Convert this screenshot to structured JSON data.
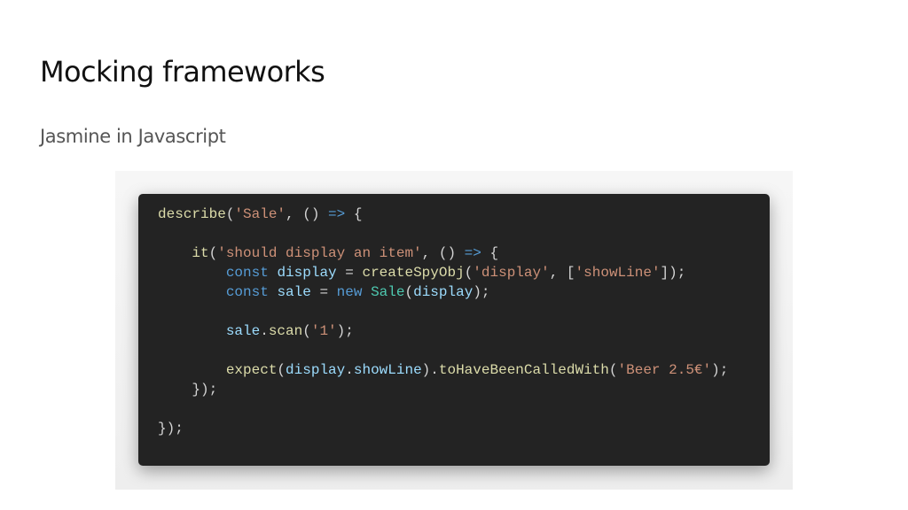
{
  "slide": {
    "title": "Mocking frameworks",
    "subtitle": "Jasmine in Javascript"
  },
  "code": {
    "language": "javascript",
    "lines": [
      [
        {
          "t": "describe",
          "c": "fn"
        },
        {
          "t": "(",
          "c": "pun"
        },
        {
          "t": "'Sale'",
          "c": "str"
        },
        {
          "t": ", () ",
          "c": "pun"
        },
        {
          "t": "=>",
          "c": "kw"
        },
        {
          "t": " {",
          "c": "pun"
        }
      ],
      [],
      [
        {
          "t": "    ",
          "c": "pun"
        },
        {
          "t": "it",
          "c": "fn"
        },
        {
          "t": "(",
          "c": "pun"
        },
        {
          "t": "'should display an item'",
          "c": "str"
        },
        {
          "t": ", () ",
          "c": "pun"
        },
        {
          "t": "=>",
          "c": "kw"
        },
        {
          "t": " {",
          "c": "pun"
        }
      ],
      [
        {
          "t": "        ",
          "c": "pun"
        },
        {
          "t": "const",
          "c": "kw"
        },
        {
          "t": " ",
          "c": "pun"
        },
        {
          "t": "display",
          "c": "var"
        },
        {
          "t": " = ",
          "c": "pun"
        },
        {
          "t": "createSpyObj",
          "c": "fn"
        },
        {
          "t": "(",
          "c": "pun"
        },
        {
          "t": "'display'",
          "c": "str"
        },
        {
          "t": ", [",
          "c": "pun"
        },
        {
          "t": "'showLine'",
          "c": "str"
        },
        {
          "t": "]);",
          "c": "pun"
        }
      ],
      [
        {
          "t": "        ",
          "c": "pun"
        },
        {
          "t": "const",
          "c": "kw"
        },
        {
          "t": " ",
          "c": "pun"
        },
        {
          "t": "sale",
          "c": "var"
        },
        {
          "t": " = ",
          "c": "pun"
        },
        {
          "t": "new",
          "c": "kw"
        },
        {
          "t": " ",
          "c": "pun"
        },
        {
          "t": "Sale",
          "c": "cls"
        },
        {
          "t": "(",
          "c": "pun"
        },
        {
          "t": "display",
          "c": "var"
        },
        {
          "t": ");",
          "c": "pun"
        }
      ],
      [],
      [
        {
          "t": "        ",
          "c": "pun"
        },
        {
          "t": "sale",
          "c": "var"
        },
        {
          "t": ".",
          "c": "pun"
        },
        {
          "t": "scan",
          "c": "fn"
        },
        {
          "t": "(",
          "c": "pun"
        },
        {
          "t": "'1'",
          "c": "str"
        },
        {
          "t": ");",
          "c": "pun"
        }
      ],
      [],
      [
        {
          "t": "        ",
          "c": "pun"
        },
        {
          "t": "expect",
          "c": "fn"
        },
        {
          "t": "(",
          "c": "pun"
        },
        {
          "t": "display",
          "c": "var"
        },
        {
          "t": ".",
          "c": "pun"
        },
        {
          "t": "showLine",
          "c": "var"
        },
        {
          "t": ").",
          "c": "pun"
        },
        {
          "t": "toHaveBeenCalledWith",
          "c": "fn"
        },
        {
          "t": "(",
          "c": "pun"
        },
        {
          "t": "'Beer 2.5€'",
          "c": "str"
        },
        {
          "t": ");",
          "c": "pun"
        }
      ],
      [
        {
          "t": "    });",
          "c": "pun"
        }
      ],
      [],
      [
        {
          "t": "});",
          "c": "pun"
        }
      ]
    ]
  },
  "colors": {
    "code_background": "#232323",
    "function": "#dcdcaa",
    "string": "#ce9178",
    "keyword": "#569cd6",
    "variable": "#9cdcfe",
    "class": "#4ec9b0",
    "punctuation": "#d4d4d4"
  }
}
